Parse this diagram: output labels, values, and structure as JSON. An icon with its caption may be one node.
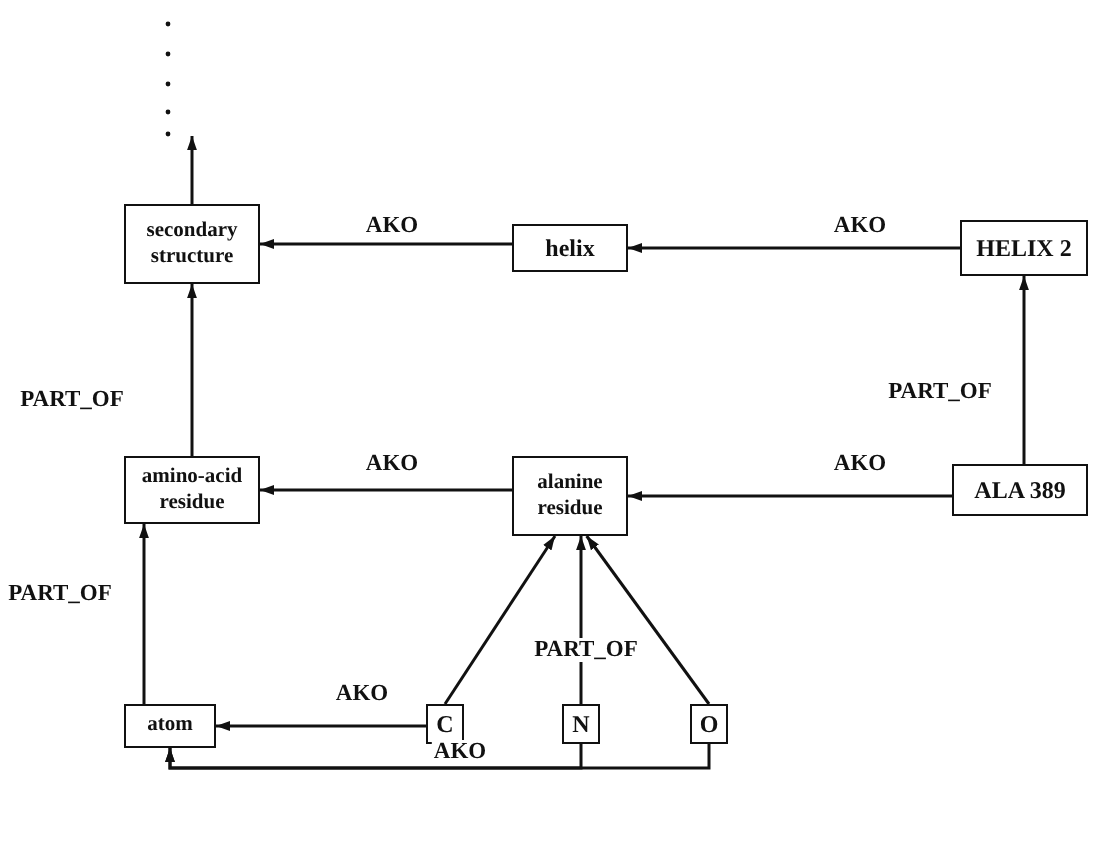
{
  "diagram": {
    "nodes": [
      {
        "text": [
          "secondary structure"
        ]
      },
      {
        "text": [
          "helix"
        ]
      },
      {
        "text": [
          "HELIX 2"
        ]
      },
      {
        "text": [
          "amino-acid residue"
        ]
      },
      {
        "text": [
          "alanine residue"
        ]
      },
      {
        "text": [
          "ALA 389"
        ]
      },
      {
        "text": [
          "atom"
        ]
      },
      {
        "text": [
          "C"
        ]
      },
      {
        "text": [
          "N"
        ]
      },
      {
        "text": [
          "O"
        ]
      }
    ],
    "edges": [
      {
        "from": 0,
        "to": null,
        "arrow": "to"
      },
      {
        "from": 1,
        "to": 0,
        "arrow": "to",
        "label": "AKO"
      },
      {
        "from": 2,
        "to": 1,
        "arrow": "to",
        "label": "AKO"
      },
      {
        "from": 5,
        "to": 2,
        "arrow": "to",
        "label": "PART_OF"
      },
      {
        "from": 3,
        "to": 0,
        "arrow": "to",
        "label": "PART_OF"
      },
      {
        "from": 4,
        "to": 3,
        "arrow": "to",
        "label": "AKO"
      },
      {
        "from": 5,
        "to": 4,
        "arrow": "to",
        "label": "AKO"
      },
      {
        "from": 6,
        "to": 3,
        "arrow": "to",
        "label": "PART_OF"
      },
      {
        "from": 7,
        "to": 6,
        "arrow": "to",
        "label": "AKO"
      },
      {
        "from": 7,
        "to": 4,
        "arrow": "to"
      },
      {
        "from": 8,
        "to": 4,
        "arrow": "to",
        "label": "PART_OF"
      },
      {
        "from": 9,
        "to": 4,
        "arrow": "to"
      },
      {
        "from": 8,
        "to": 6,
        "arrow": "to",
        "label": "AKO"
      },
      {
        "from": 9,
        "to": 6,
        "arrow": "to"
      }
    ]
  }
}
